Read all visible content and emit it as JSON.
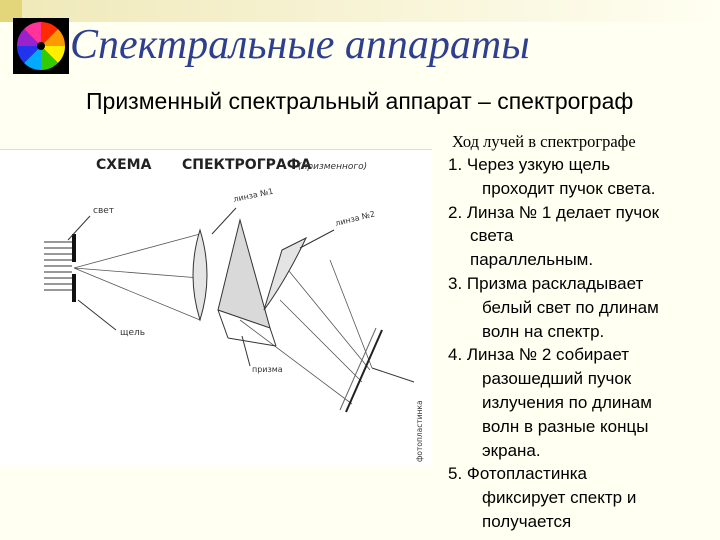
{
  "slide": {
    "title": "Спектральные аппараты",
    "subtitle": "Призменный спектральный аппарат – спектрограф",
    "accent_color": "#2f3f8f",
    "logo_icon": "color-wheel-icon"
  },
  "scheme": {
    "title_line1": "СХЕМА",
    "title_line2": "СПЕКТРОГРАФА",
    "title_note": "(призменного)",
    "label_light": "свет",
    "label_slit": "щель",
    "label_lens1": "линза №1",
    "label_lens2": "линза №2",
    "label_prism": "призма",
    "label_plate": "фотопластинка"
  },
  "steps": {
    "heading": "Ход лучей в спектрографе",
    "items": [
      {
        "lines": [
          "1. Через узкую щель",
          "проходит пучок света."
        ]
      },
      {
        "lines": [
          "2. Линза № 1 делает пучок",
          "света",
          "параллельным."
        ]
      },
      {
        "lines": [
          "3. Призма раскладывает",
          "белый свет по длинам",
          "волн на спектр."
        ]
      },
      {
        "lines": [
          "4. Линза № 2 собирает",
          "разошедший пучок",
          "излучения по длинам",
          "волн в разные концы",
          "экрана."
        ]
      },
      {
        "lines": [
          "5. Фотопластинка",
          "фиксирует спектр и",
          "получается"
        ]
      }
    ]
  }
}
